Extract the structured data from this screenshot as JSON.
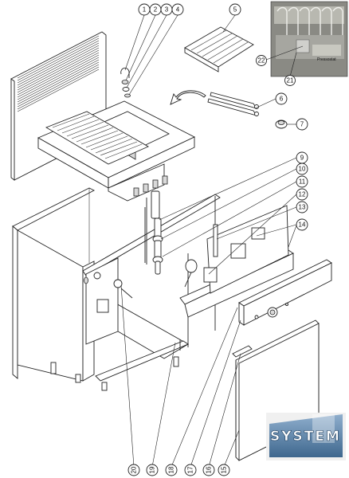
{
  "callouts": {
    "c1": "1",
    "c2": "2",
    "c3": "3",
    "c4": "4",
    "c5": "5",
    "c6": "6",
    "c7": "7",
    "c9": "9",
    "c10": "10",
    "c11": "11",
    "c12": "12",
    "c13": "13",
    "c14": "14",
    "c15": "15",
    "c16": "16",
    "c17": "17",
    "c18": "18",
    "c19": "19",
    "c20": "20",
    "c21": "21",
    "c22": "22"
  },
  "photo_inset": {
    "label": "Pressostat"
  },
  "logo": {
    "text": "SYSTEM"
  },
  "colors": {
    "logo_gradient_top": "#7ea3c7",
    "logo_gradient_bottom": "#1f4f7d",
    "photo_background": "#8a8a84"
  }
}
